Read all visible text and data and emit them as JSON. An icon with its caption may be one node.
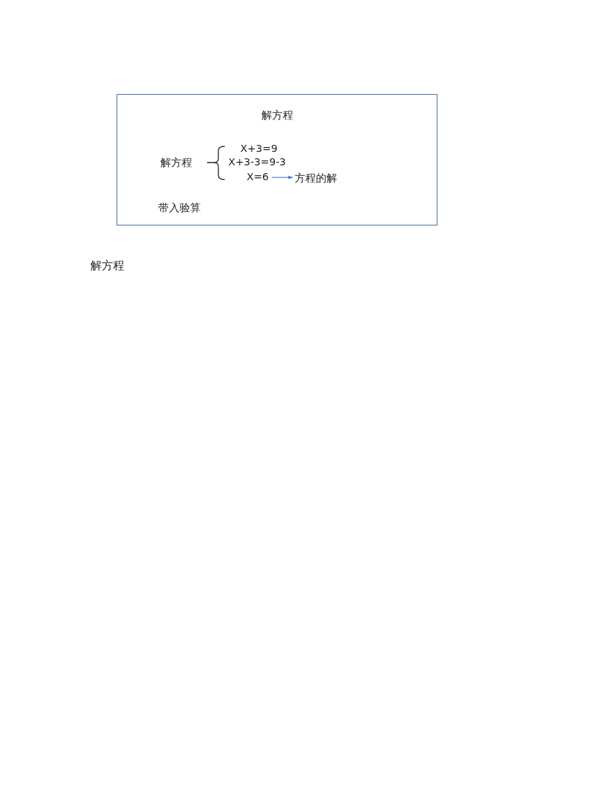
{
  "diagram": {
    "nodes": [
      {
        "text": [
          "解方程"
        ]
      },
      {
        "text": [
          "X=6"
        ],
        "in": 0
      },
      {
        "text": [
          "方程的解"
        ],
        "in": 0
      }
    ],
    "edges": [
      {
        "from": 1,
        "to": 2,
        "arrow": "to"
      }
    ],
    "labels": [
      "X+3=9",
      "解方程",
      "X+3-3=9-3",
      "带入验算",
      "解方程"
    ]
  }
}
